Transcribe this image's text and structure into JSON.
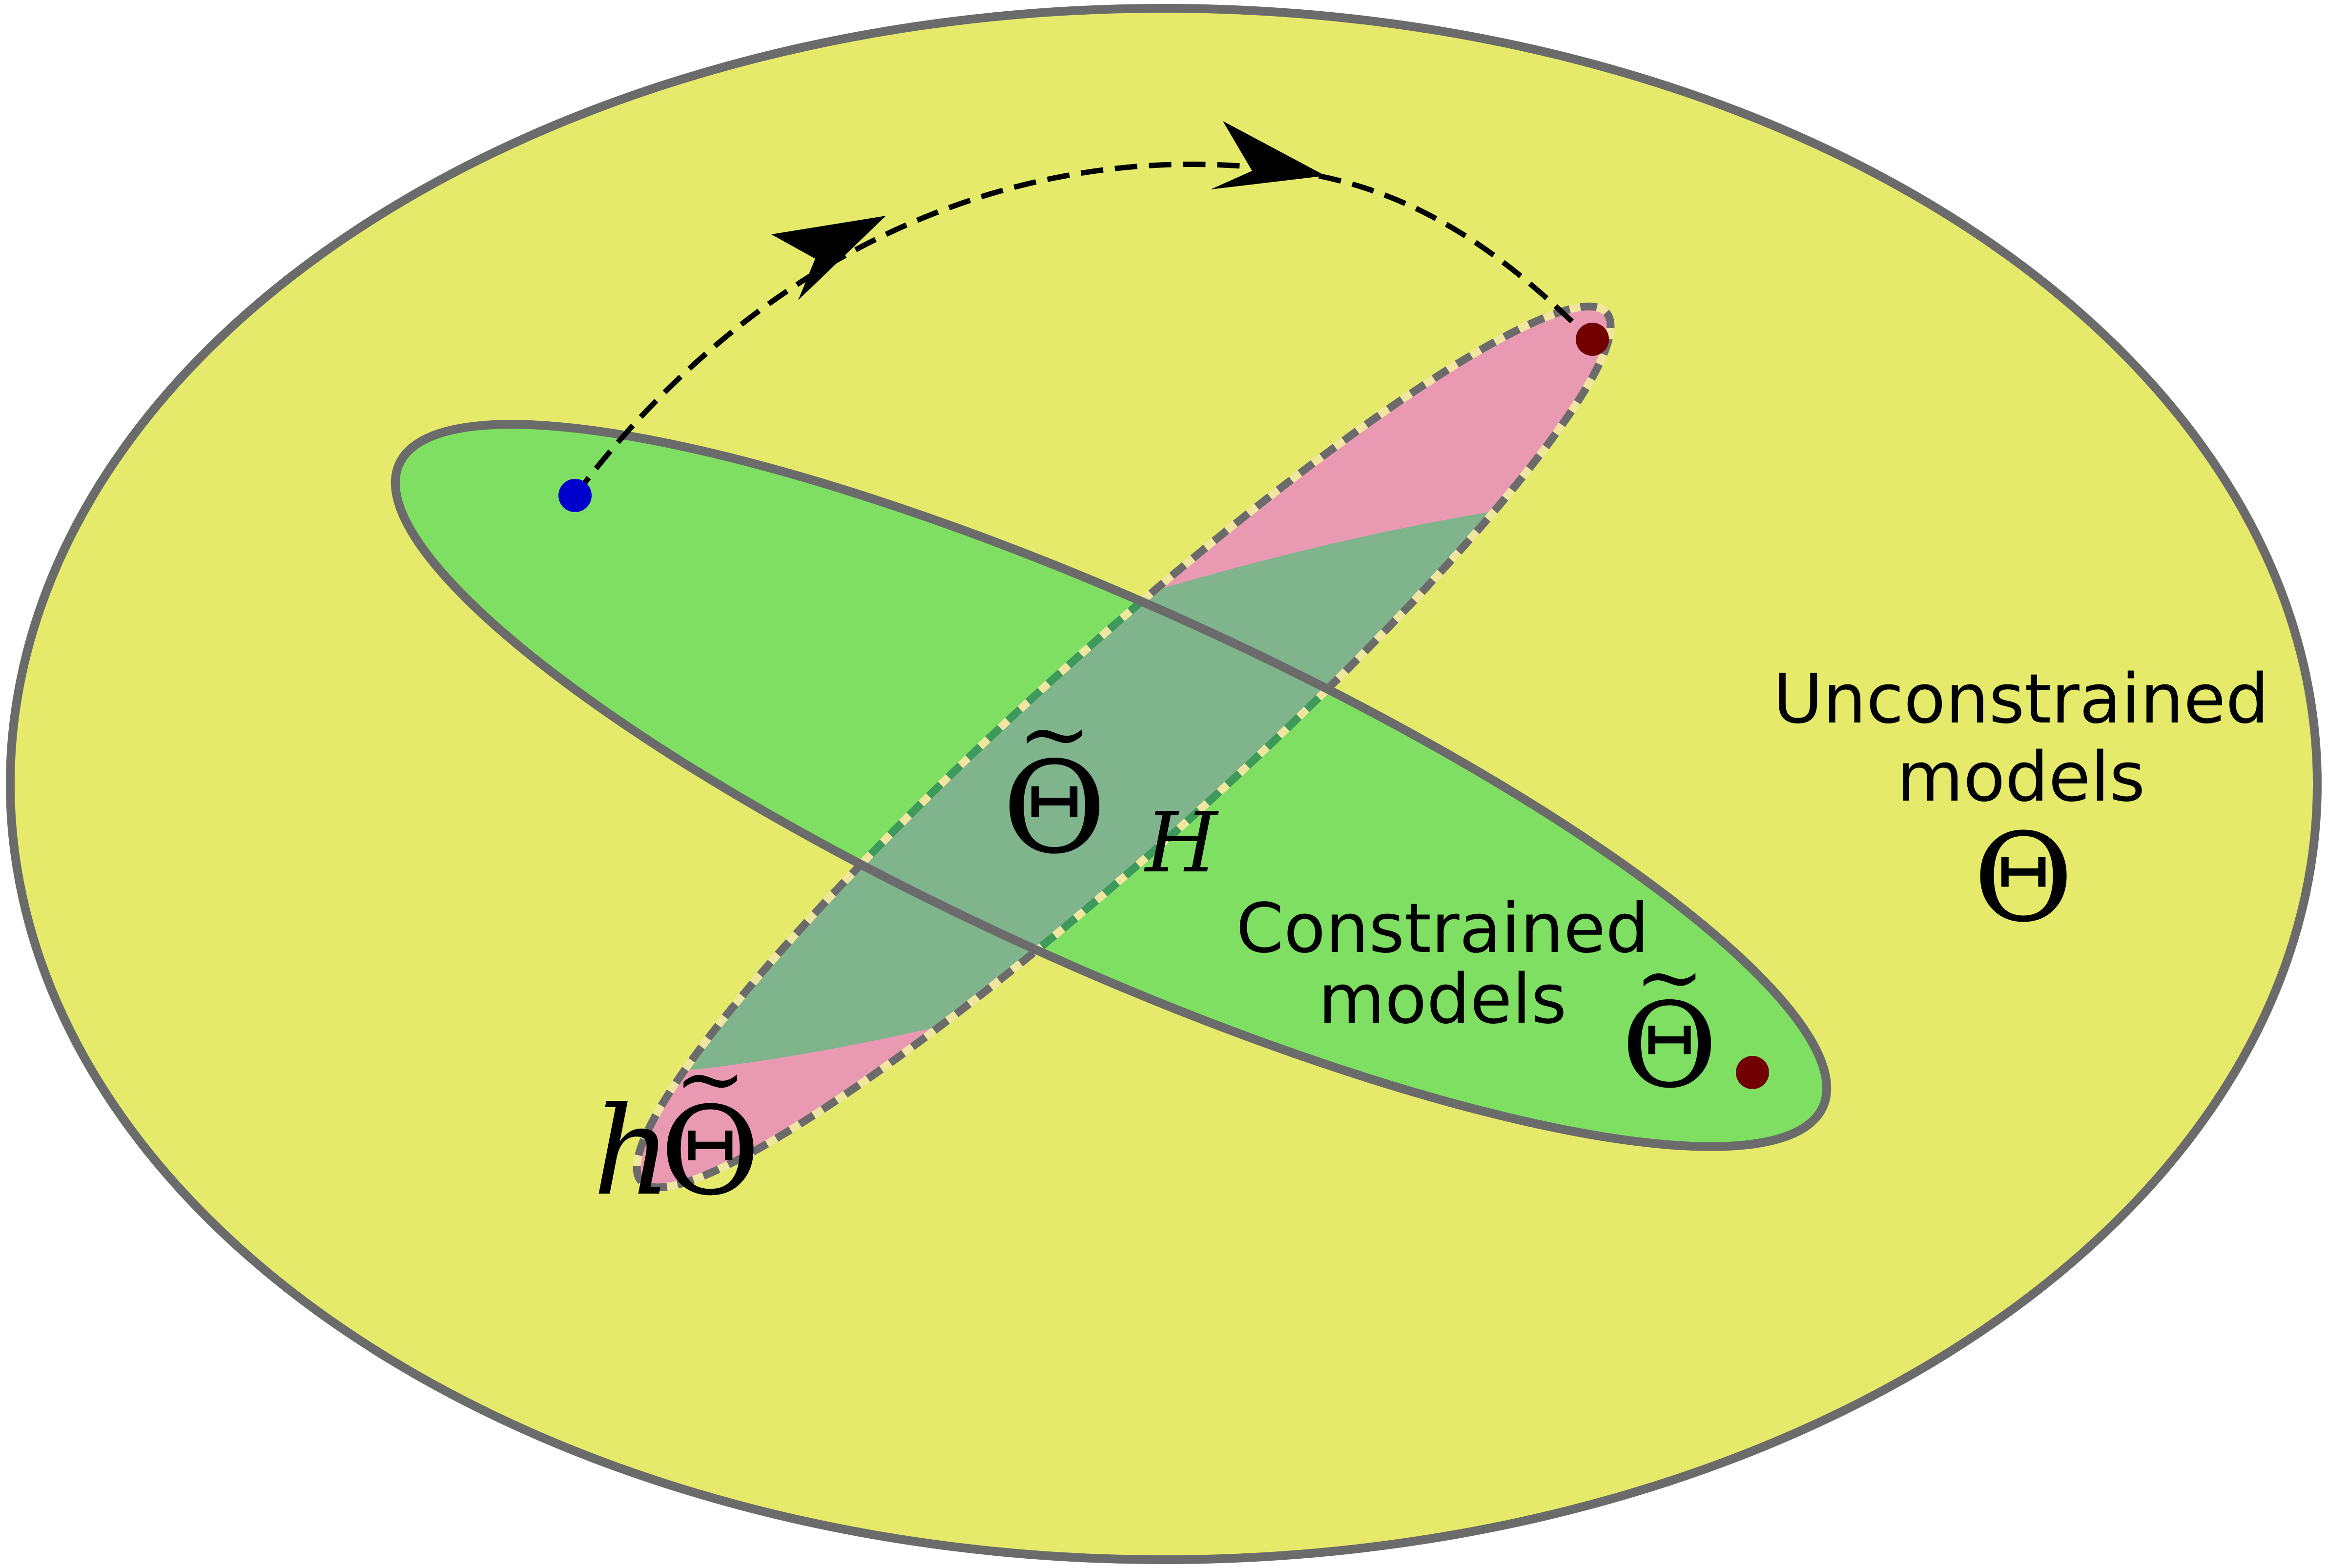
{
  "colors": {
    "unconstrained_fill": "#e5ea6b",
    "constrained_fill": "#7edf62",
    "symmetry_fill": "#e99ab2",
    "overlap_fill": "#7fb48c",
    "outline": "#6b6b6b",
    "start_point": "#0000cc",
    "end_point": "#720000"
  },
  "labels": {
    "unconstrained_line1": "Unconstrained",
    "unconstrained_line2": "models",
    "unconstrained_symbol": "Θ",
    "constrained_line1": "Constrained",
    "constrained_line2": "models",
    "constrained_symbol": "Θ",
    "tilde": "~",
    "overlap_symbol": "Θ",
    "overlap_subscript": "H",
    "transformed_prefix": "h",
    "transformed_symbol": "Θ"
  },
  "icons": {
    "start": "blue-dot-icon",
    "end": "dark-red-dot-icon",
    "path": "dashed-arrow-path-icon"
  }
}
